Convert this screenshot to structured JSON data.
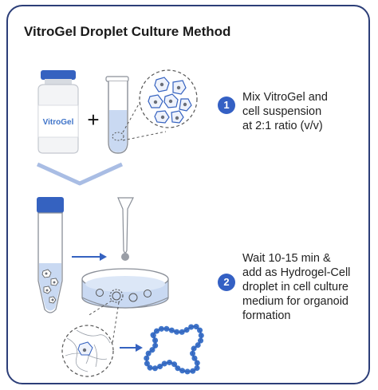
{
  "title": "VitroGel Droplet Culture Method",
  "vial_label": "VitroGel",
  "plus_sign": "+",
  "steps": [
    {
      "number": "1",
      "lines": [
        "Mix VitroGel and",
        "cell suspension",
        "at 2:1 ratio (v/v)"
      ]
    },
    {
      "number": "2",
      "lines": [
        "Wait 10-15 min &",
        "add as Hydrogel-Cell",
        "droplet in cell culture",
        "medium for organoid",
        "formation"
      ]
    }
  ],
  "colors": {
    "accent": "#3460c4",
    "border": "#2c3e78",
    "liquid": "#c9d9f2",
    "chevron": "#a9bde4"
  }
}
